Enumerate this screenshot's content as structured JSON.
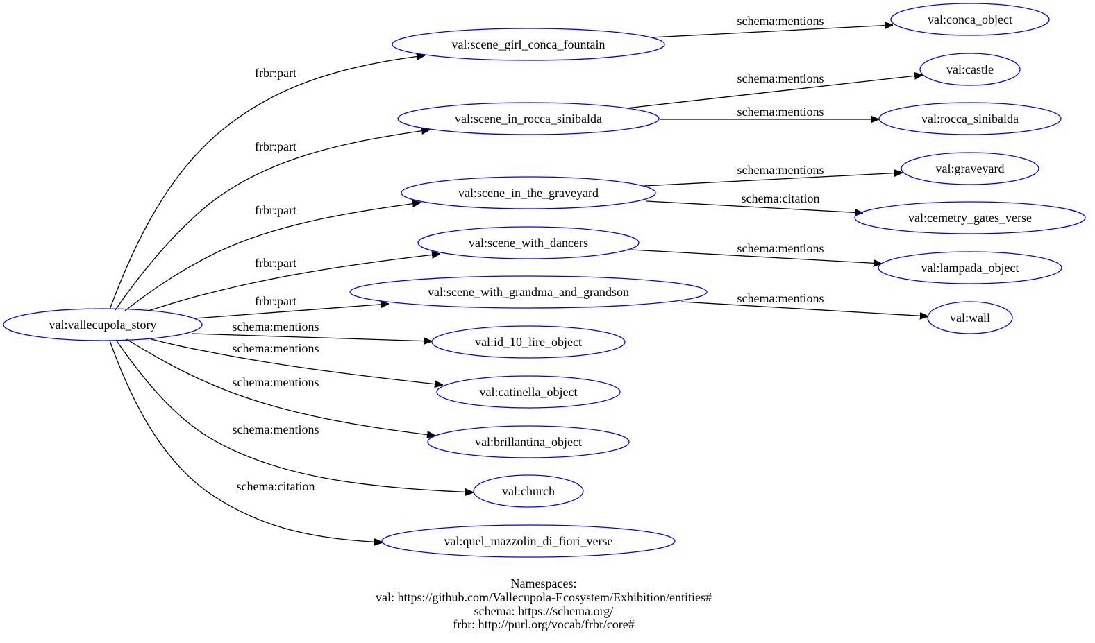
{
  "diagram": {
    "colors": {
      "node_stroke": "#0000ff",
      "edge": "#000000",
      "text": "#000000",
      "background": "#ffffff"
    },
    "nodes": [
      {
        "id": "story",
        "label": "val:vallecupola_story"
      },
      {
        "id": "girl",
        "label": "val:scene_girl_conca_fountain"
      },
      {
        "id": "rocca_scene",
        "label": "val:scene_in_rocca_sinibalda"
      },
      {
        "id": "graveyard_scene",
        "label": "val:scene_in_the_graveyard"
      },
      {
        "id": "dancers",
        "label": "val:scene_with_dancers"
      },
      {
        "id": "grandma",
        "label": "val:scene_with_grandma_and_grandson"
      },
      {
        "id": "lire",
        "label": "val:id_10_lire_object"
      },
      {
        "id": "catinella",
        "label": "val:catinella_object"
      },
      {
        "id": "brillantina",
        "label": "val:brillantina_object"
      },
      {
        "id": "church",
        "label": "val:church"
      },
      {
        "id": "mazzolin",
        "label": "val:quel_mazzolin_di_fiori_verse"
      },
      {
        "id": "conca",
        "label": "val:conca_object"
      },
      {
        "id": "castle",
        "label": "val:castle"
      },
      {
        "id": "rocca",
        "label": "val:rocca_sinibalda"
      },
      {
        "id": "graveyard",
        "label": "val:graveyard"
      },
      {
        "id": "cemetery",
        "label": "val:cemetry_gates_verse"
      },
      {
        "id": "lampada",
        "label": "val:lampada_object"
      },
      {
        "id": "wall",
        "label": "val:wall"
      }
    ],
    "edges": [
      {
        "from": "story",
        "to": "girl",
        "label": "frbr:part"
      },
      {
        "from": "story",
        "to": "rocca_scene",
        "label": "frbr:part"
      },
      {
        "from": "story",
        "to": "graveyard_scene",
        "label": "frbr:part"
      },
      {
        "from": "story",
        "to": "dancers",
        "label": "frbr:part"
      },
      {
        "from": "story",
        "to": "grandma",
        "label": "frbr:part"
      },
      {
        "from": "story",
        "to": "lire",
        "label": "schema:mentions"
      },
      {
        "from": "story",
        "to": "catinella",
        "label": "schema:mentions"
      },
      {
        "from": "story",
        "to": "brillantina",
        "label": "schema:mentions"
      },
      {
        "from": "story",
        "to": "church",
        "label": "schema:mentions"
      },
      {
        "from": "story",
        "to": "mazzolin",
        "label": "schema:citation"
      },
      {
        "from": "girl",
        "to": "conca",
        "label": "schema:mentions"
      },
      {
        "from": "rocca_scene",
        "to": "castle",
        "label": "schema:mentions"
      },
      {
        "from": "rocca_scene",
        "to": "rocca",
        "label": "schema:mentions"
      },
      {
        "from": "graveyard_scene",
        "to": "graveyard",
        "label": "schema:mentions"
      },
      {
        "from": "graveyard_scene",
        "to": "cemetery",
        "label": "schema:citation"
      },
      {
        "from": "dancers",
        "to": "lampada",
        "label": "schema:mentions"
      },
      {
        "from": "grandma",
        "to": "wall",
        "label": "schema:mentions"
      }
    ],
    "caption": {
      "title": "Namespaces:",
      "lines": [
        "val: https://github.com/Vallecupola-Ecosystem/Exhibition/entities#",
        "schema: https://schema.org/",
        "frbr: http://purl.org/vocab/frbr/core#"
      ]
    }
  }
}
